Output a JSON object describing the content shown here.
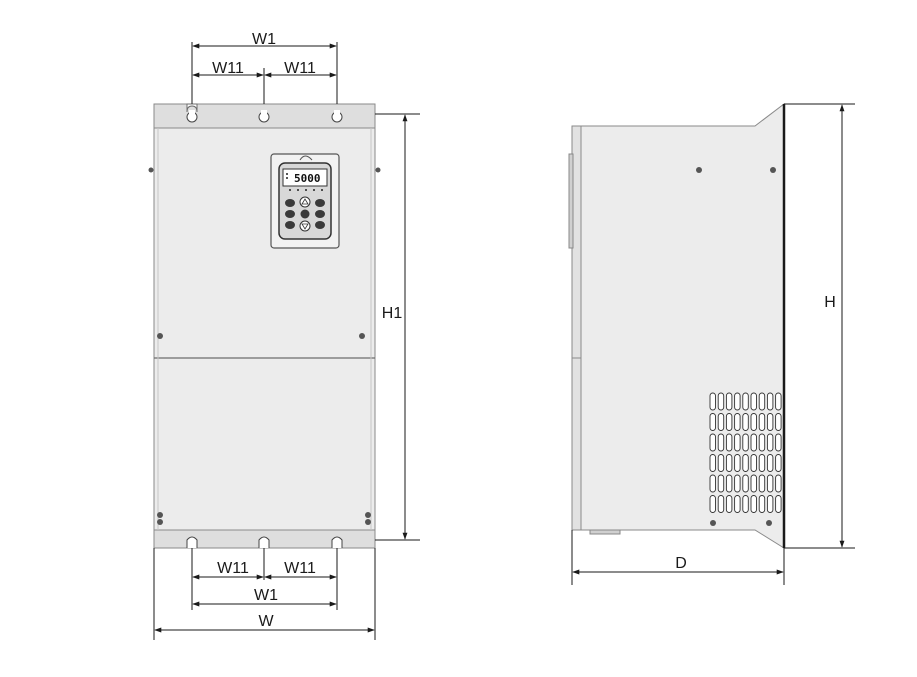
{
  "front_view": {
    "dimensions": {
      "w1_top": "W1",
      "w11_top_left": "W11",
      "w11_top_right": "W11",
      "h1": "H1",
      "w11_bottom_left": "W11",
      "w11_bottom_right": "W11",
      "w1_bottom": "W1",
      "w": "W"
    },
    "keypad": {
      "display_value": "5000"
    }
  },
  "side_view": {
    "dimensions": {
      "h": "H",
      "d": "D"
    }
  },
  "colors": {
    "line": "#1a1a1a",
    "panel_fill": "#ececec",
    "panel_edge": "#8a8a8a",
    "top_band": "#dedede",
    "keypad_bezel": "#f2f2f2",
    "keypad_body": "#3a3a3a"
  }
}
